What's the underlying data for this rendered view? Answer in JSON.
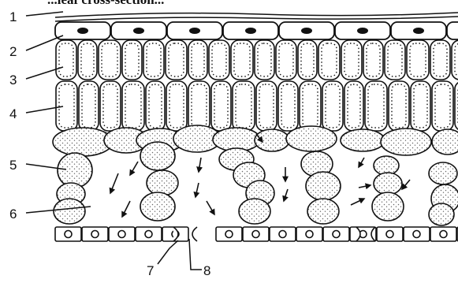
{
  "header_fragment": "...leaf cross-section...",
  "labels": [
    "1",
    "2",
    "3",
    "4",
    "5",
    "6",
    "7",
    "8"
  ],
  "colors": {
    "ink": "#111111",
    "paper": "#ffffff",
    "stipple": "#666666"
  }
}
